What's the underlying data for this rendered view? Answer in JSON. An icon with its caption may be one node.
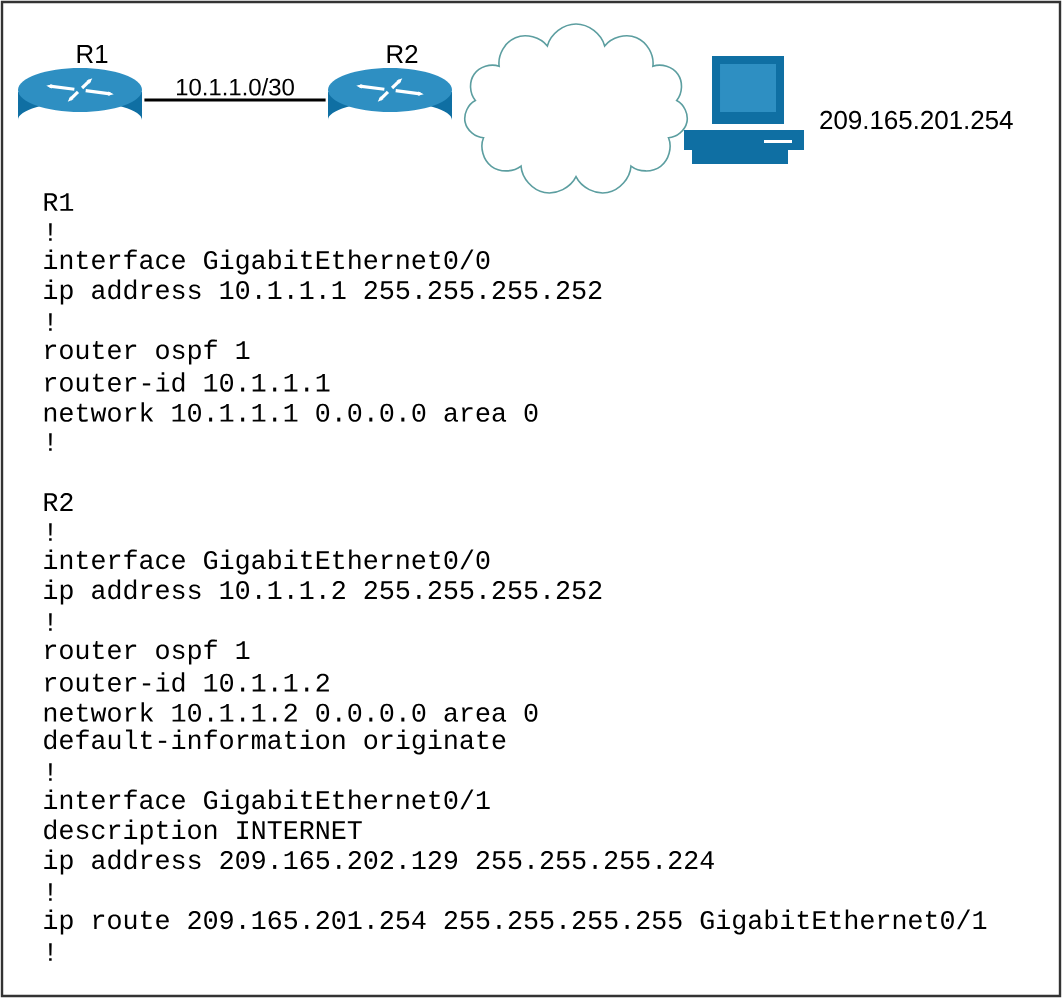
{
  "diagram": {
    "nodes": [
      {
        "text": [
          "R1"
        ]
      },
      {
        "text": [
          "R2"
        ]
      },
      {
        "text": [],
        "shape": "cloud"
      },
      {
        "text": [],
        "shape": "computer",
        "beside": [
          "209.165.201.254"
        ]
      }
    ],
    "edges": [
      {
        "from": 0,
        "to": 1,
        "arrow": "none",
        "label": "10.1.1.0/30"
      }
    ],
    "labels": [
      "R1",
      "!",
      "interface GigabitEthernet0/0",
      "ip address 10.1.1.1 255.255.255.252",
      "!",
      "router ospf 1",
      "router-id 10.1.1.1",
      "network 10.1.1.1 0.0.0.0 area 0",
      "!",
      "R2",
      "!",
      "interface GigabitEthernet0/0",
      "ip address 10.1.1.2 255.255.255.252",
      "!",
      "router ospf 1",
      "router-id 10.1.1.2",
      "network 10.1.1.2 0.0.0.0 area 0",
      "default-information originate",
      "!",
      "interface GigabitEthernet0/1",
      "description INTERNET",
      "ip address 209.165.202.129 255.255.255.224",
      "!",
      "ip route 209.165.201.254 255.255.255.255 GigabitEthernet0/1",
      "!"
    ]
  }
}
